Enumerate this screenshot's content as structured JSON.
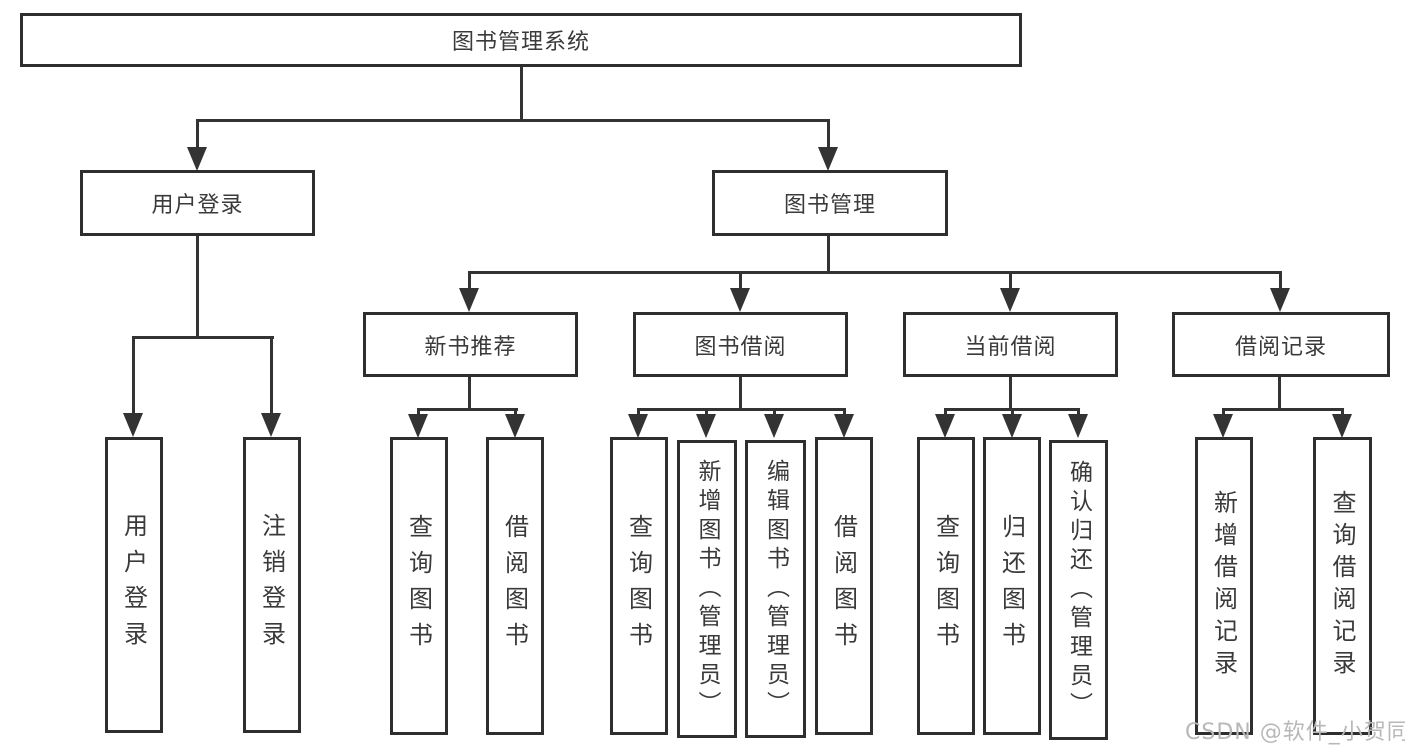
{
  "diagram": {
    "title": "图书管理系统",
    "colors": {
      "line": "#333333",
      "box_border": "#2e2e2e",
      "text": "#3a3a3a",
      "background": "#ffffff",
      "watermark": "#b8b8b8"
    },
    "root": {
      "label": "图书管理系统"
    },
    "level2": [
      {
        "label": "用户登录",
        "children": [
          {
            "label": "用户登录"
          },
          {
            "label": "注销登录"
          }
        ]
      },
      {
        "label": "图书管理",
        "children": [
          {
            "label": "新书推荐",
            "children": [
              {
                "label": "查询图书"
              },
              {
                "label": "借阅图书"
              }
            ]
          },
          {
            "label": "图书借阅",
            "children": [
              {
                "label": "查询图书"
              },
              {
                "label": "新增图书（管理员）"
              },
              {
                "label": "编辑图书（管理员）"
              },
              {
                "label": "借阅图书"
              }
            ]
          },
          {
            "label": "当前借阅",
            "children": [
              {
                "label": "查询图书"
              },
              {
                "label": "归还图书"
              },
              {
                "label": "确认归还（管理员）"
              }
            ]
          },
          {
            "label": "借阅记录",
            "children": [
              {
                "label": "新增借阅记录"
              },
              {
                "label": "查询借阅记录"
              }
            ]
          }
        ]
      }
    ],
    "watermark": "CSDN @软件_小贺同学"
  }
}
